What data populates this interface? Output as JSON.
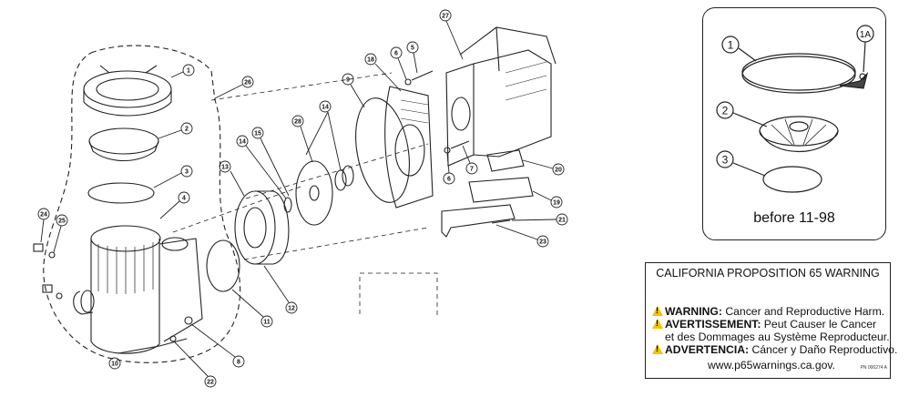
{
  "callouts": [
    "1",
    "2",
    "3",
    "4",
    "5",
    "6",
    "7",
    "8",
    "9",
    "10",
    "11",
    "12",
    "13",
    "14",
    "14",
    "15",
    "18",
    "19",
    "20",
    "21",
    "22",
    "23",
    "24",
    "25",
    "26",
    "27",
    "28"
  ],
  "inset": {
    "labels": [
      "1",
      "1A",
      "2",
      "3"
    ],
    "caption": "before 11-98"
  },
  "warning": {
    "title": "CALIFORNIA PROPOSITION 65 WARNING",
    "lines": [
      {
        "prefix": "WARNING:",
        "text": " Cancer and Reproductive Harm."
      },
      {
        "prefix": "AVERTISSEMENT:",
        "text": " Peut Causer le Cancer"
      },
      {
        "prefix": "",
        "text": "et des Dommages au Système Reproducteur."
      },
      {
        "prefix": "ADVERTENCIA:",
        "text": " Cáncer y Daño Reproductivo."
      }
    ],
    "url": "www.p65warnings.ca.gov.",
    "part_number": "PN 000274 A"
  },
  "colors": {
    "line": "#222222",
    "warning_triangle": "#f2c300"
  }
}
